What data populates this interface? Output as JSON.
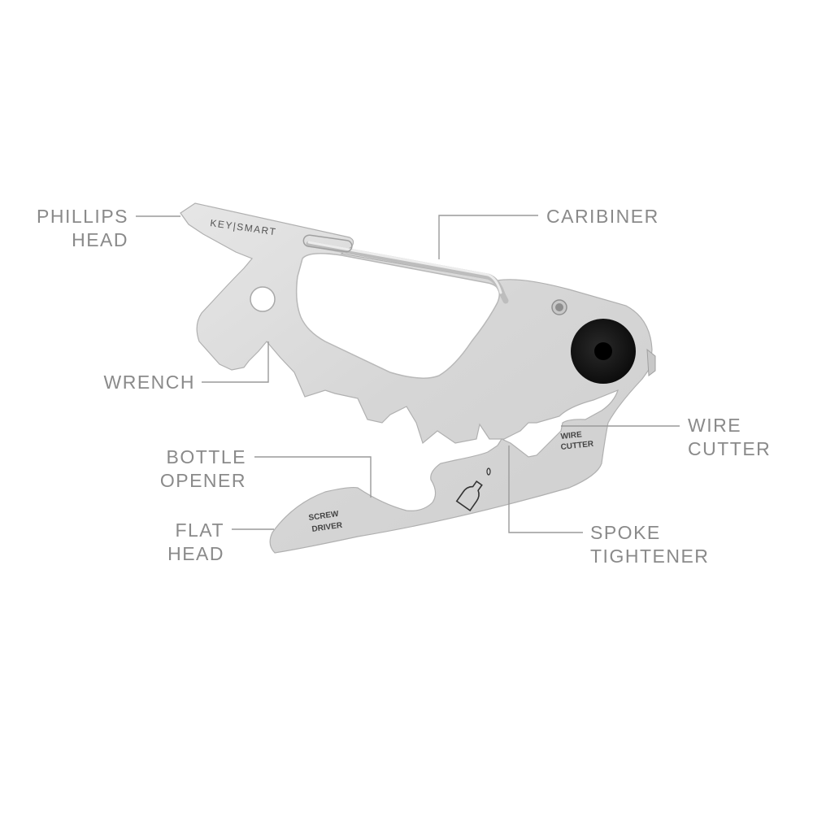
{
  "diagram": {
    "subject": "KeySmart multi-tool carabiner",
    "engraving": {
      "brand": "KEY|SMART",
      "screwdriver_mark": [
        "SCREW",
        "DRIVER"
      ],
      "wire_cutter_mark": [
        "WIRE",
        "CUTTER"
      ]
    },
    "colors": {
      "background": "#ffffff",
      "label_text": "#8a8a8a",
      "leader_line": "#9a9a9a",
      "metal": "#d9d9d9",
      "metal_edge": "#a9a9a9",
      "knob": "#141414"
    },
    "callouts": [
      {
        "id": "phillips-head",
        "lines": [
          "PHILLIPS",
          "HEAD"
        ],
        "side": "left"
      },
      {
        "id": "caribiner",
        "lines": [
          "CARIBINER"
        ],
        "side": "right"
      },
      {
        "id": "wrench",
        "lines": [
          "WRENCH"
        ],
        "side": "left"
      },
      {
        "id": "wire-cutter",
        "lines": [
          "WIRE",
          "CUTTER"
        ],
        "side": "right"
      },
      {
        "id": "bottle-opener",
        "lines": [
          "BOTTLE",
          "OPENER"
        ],
        "side": "left"
      },
      {
        "id": "flat-head",
        "lines": [
          "FLAT",
          "HEAD"
        ],
        "side": "left"
      },
      {
        "id": "spoke-tightener",
        "lines": [
          "SPOKE",
          "TIGHTENER"
        ],
        "side": "right"
      }
    ]
  }
}
